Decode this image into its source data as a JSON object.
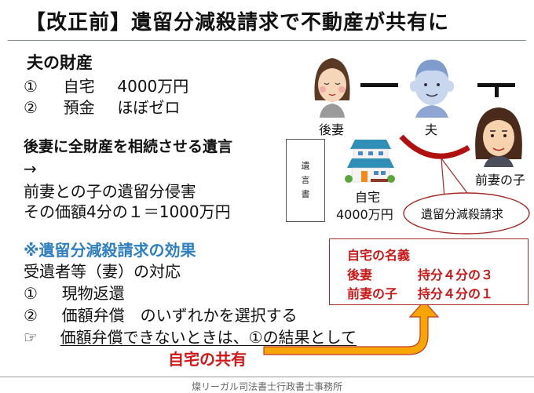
{
  "title": "【改正前】遺留分減殺請求で不動産が共有に",
  "assets": {
    "heading": "夫の財産",
    "items": [
      {
        "num": "①",
        "name": "自宅",
        "value": "4000万円"
      },
      {
        "num": "②",
        "name": "預金",
        "value": "ほぼゼロ"
      }
    ]
  },
  "will_section": {
    "heading": "後妻に全財産を相続させる遺言",
    "arrow": "→",
    "line1": "前妻との子の遺留分侵害",
    "line2": "その価額4分の１＝1000万円"
  },
  "effect": {
    "heading": "※遺留分減殺請求の効果",
    "subheading": "受遺者等（妻）の対応",
    "options": [
      {
        "num": "①",
        "text": "現物返還"
      },
      {
        "num": "②",
        "text": "価額弁償　のいずれかを選択する"
      }
    ],
    "note_icon": "☞",
    "note": "価額弁償できないときは、①の結果として",
    "result": "自宅の共有"
  },
  "diagram": {
    "second_wife_label": "後妻",
    "husband_label": "夫",
    "child_label": "前妻の子",
    "will_doc": [
      "遺",
      "言",
      "書"
    ],
    "house_label": "自宅",
    "house_value": "4000万円",
    "speech_bubble": "遺留分減殺請求"
  },
  "ownership_box": {
    "title": "自宅の名義",
    "rows": [
      {
        "owner": "後妻",
        "share": "持分４分の３"
      },
      {
        "owner": "前妻の子",
        "share": "持分４分の１"
      }
    ]
  },
  "footer": "燦リーガル司法書士行政書士事務所",
  "colors": {
    "accent_blue": "#2e7fc1",
    "accent_red": "#d01818",
    "arrow_orange": "#f7a600",
    "claim_arc": "#b01010"
  }
}
